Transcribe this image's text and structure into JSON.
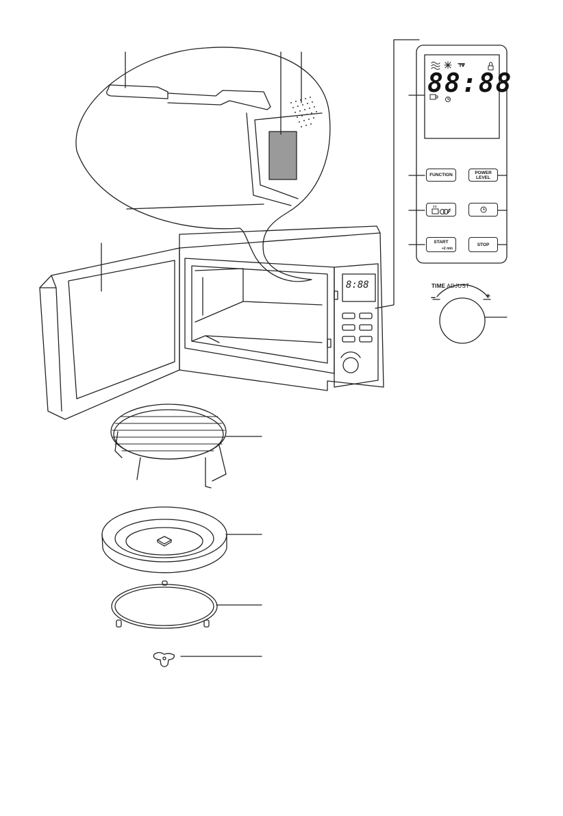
{
  "panel": {
    "display": {
      "digits": "88:88"
    },
    "buttons": {
      "function": "FUNCTION",
      "power_level": "POWER\nLEVEL",
      "start": "START",
      "start_sub": "+2 min",
      "stop": "STOP"
    },
    "icons": [
      "grill-icon",
      "defrost-icon",
      "wifi-signal-icon",
      "lock-icon",
      "cup-icon",
      "clock-icon",
      "auto-cook-icon"
    ]
  },
  "knob": {
    "title_bold": "TIME",
    "title_rest": " ADJUST",
    "minus": "–",
    "plus": "+"
  },
  "mini_panel": {
    "digits": "8:88"
  }
}
